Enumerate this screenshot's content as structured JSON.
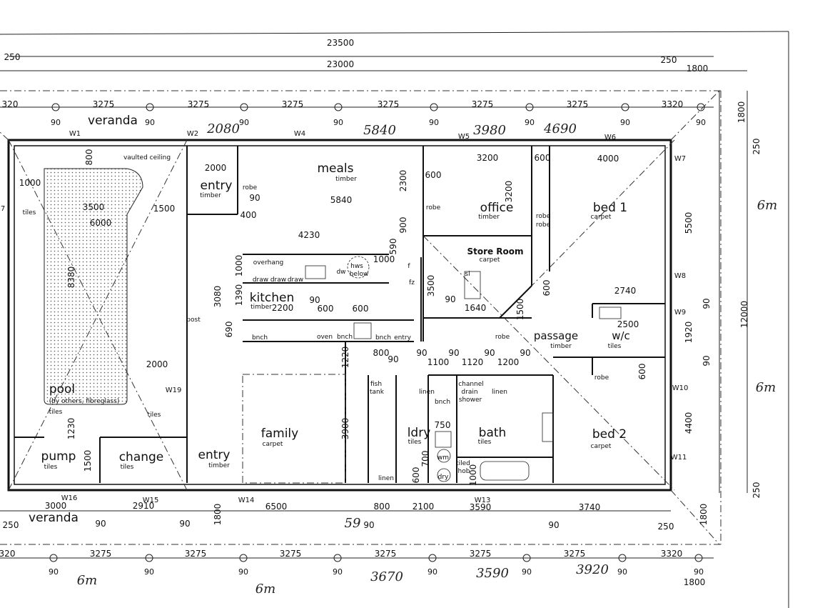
{
  "dims_top": [
    "23500",
    "23000",
    "250",
    "250",
    "1800"
  ],
  "dims_row_top": [
    "320",
    "3275",
    "3275",
    "3275",
    "3275",
    "3275",
    "3275",
    "3320"
  ],
  "dims_row_top_gaps": [
    "90",
    "90",
    "90",
    "90",
    "90",
    "90",
    "90",
    "90"
  ],
  "dims_row_bottom": [
    "320",
    "3275",
    "3275",
    "3275",
    "3275",
    "3275",
    "3275",
    "3320"
  ],
  "dims_row_bottom_gaps": [
    "90",
    "90",
    "90",
    "90",
    "90",
    "90",
    "90",
    "90",
    "1800"
  ],
  "dims_south": [
    "3000",
    "2910",
    "6500",
    "800",
    "2100",
    "3590",
    "3740",
    "250",
    "90",
    "90",
    "1800",
    "90",
    "90",
    "250",
    "1800"
  ],
  "dims_east": [
    "1800",
    "250",
    "250",
    "5500",
    "1920",
    "90",
    "90",
    "12000",
    "4400",
    "600"
  ],
  "dims_interior": [
    "800",
    "1000",
    "3500",
    "1500",
    "6000",
    "8380",
    "2000",
    "1230",
    "1500",
    "2000",
    "90",
    "400",
    "2300",
    "5840",
    "600",
    "3200",
    "3200",
    "600",
    "4000",
    "4230",
    "900",
    "590",
    "1000",
    "1000",
    "1390",
    "3080",
    "2200",
    "90",
    "600",
    "600",
    "90",
    "1640",
    "600",
    "1500",
    "2740",
    "3500",
    "690",
    "2500",
    "800",
    "90",
    "90",
    "90",
    "90",
    "90",
    "1100",
    "1120",
    "1200",
    "1220",
    "3900",
    "750",
    "700",
    "1000",
    "600"
  ],
  "windows": [
    "W1",
    "W2",
    "W4",
    "W5",
    "W6",
    "W7",
    "W8",
    "W9",
    "W10",
    "W11",
    "W13",
    "W14",
    "W15",
    "W16",
    "W19",
    "7"
  ],
  "rooms": {
    "veranda_top": "veranda",
    "veranda_bottom": "veranda",
    "pool": "pool",
    "pool_note": "(by others, fibreglass)",
    "pool_floor": "tiles",
    "pool_room_floor_a": "tiles",
    "pool_room_floor_b": "tiles",
    "pump": "pump",
    "pump_floor": "tiles",
    "change": "change",
    "change_floor": "tiles",
    "entry_front": "entry",
    "entry_front_floor": "timber",
    "entry_side": "entry",
    "entry_side_floor": "timber",
    "meals": "meals",
    "meals_floor": "timber",
    "kitchen": "kitchen",
    "kitchen_floor": "timber",
    "office": "office",
    "office_floor": "timber",
    "store": "Store Room",
    "store_floor": "carpet",
    "bed1": "bed 1",
    "bed1_floor": "carpet",
    "bed2": "bed 2",
    "bed2_floor": "carpet",
    "passage": "passage",
    "passage_floor": "timber",
    "wc": "w/c",
    "wc_floor": "tiles",
    "family": "family",
    "family_floor": "carpet",
    "ldry": "ldry",
    "ldry_floor": "tiles",
    "bath": "bath",
    "bath_floor": "tiles"
  },
  "fixtures": [
    "vaulted ceiling",
    "robe",
    "robe",
    "robe",
    "robe",
    "robe",
    "robe",
    "overhang",
    "draw",
    "draw",
    "draw",
    "dw",
    "hws",
    "below",
    "f",
    "fz",
    "sl",
    "post",
    "bnch",
    "oven",
    "bnch",
    "bnch",
    "entry",
    "fish",
    "tank",
    "linen",
    "channel",
    "drain",
    "shower",
    "linen",
    "bnch",
    "wm",
    "tiled",
    "hob",
    "dry",
    "linen"
  ],
  "handwritten": [
    "2080",
    "5840",
    "3980",
    "4690",
    "6m",
    "6m",
    "6m",
    "6m",
    "3670",
    "3590",
    "3920",
    "59"
  ]
}
